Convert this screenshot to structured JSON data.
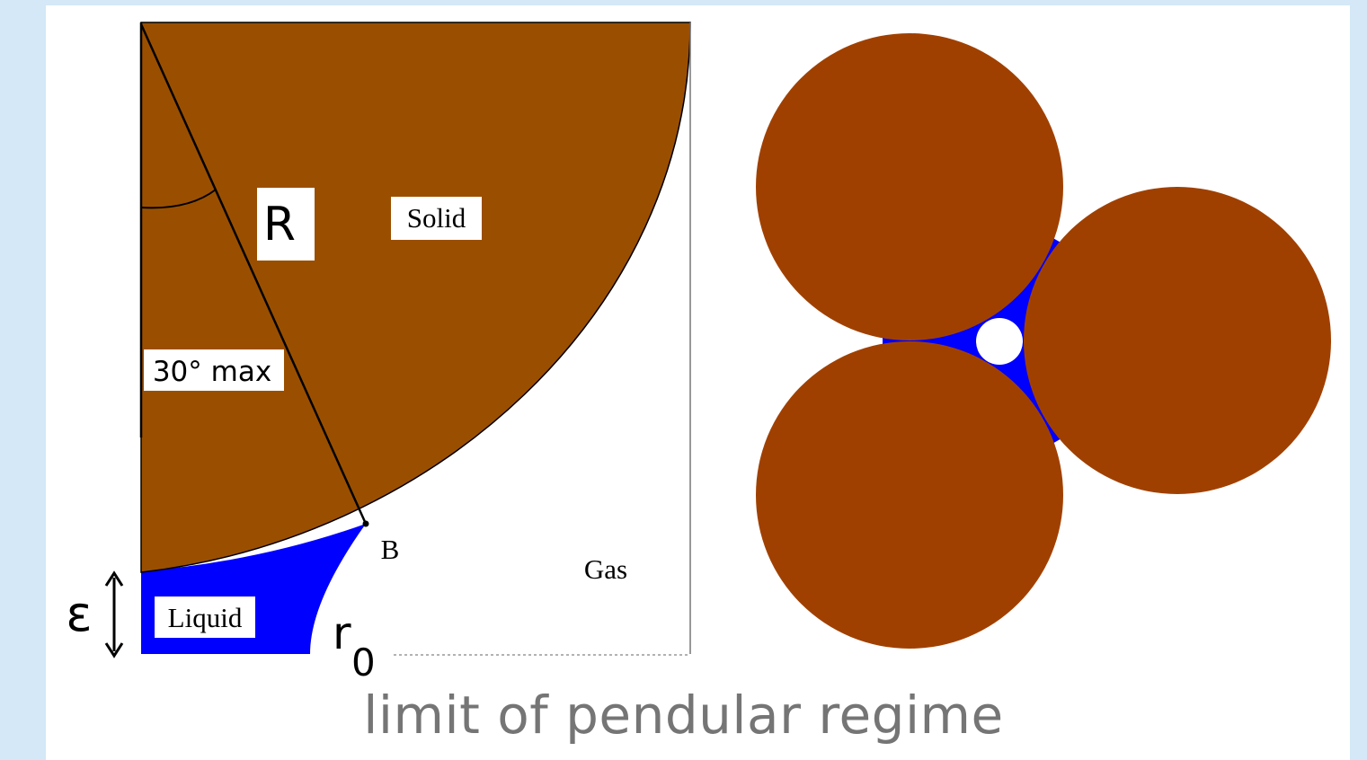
{
  "caption": "limit of pendular regime",
  "left_diagram": {
    "labels": {
      "solid": "Solid",
      "radius": "R",
      "angle": "30° max",
      "point_b": "B",
      "gas": "Gas",
      "liquid": "Liquid",
      "epsilon": "ε",
      "r0_base": "r",
      "r0_sub": "0"
    },
    "colors": {
      "solid": "#9a4f00",
      "liquid": "#0000ff",
      "background": "#ffffff"
    }
  },
  "right_diagram": {
    "particle_count": 3,
    "colors": {
      "particles": "#a04000",
      "liquid_bridges": "#0000ff",
      "pore": "#ffffff"
    }
  },
  "page_colors": {
    "outer_background": "#d4e8f7",
    "slide_background": "#ffffff",
    "caption_text": "#757575"
  }
}
